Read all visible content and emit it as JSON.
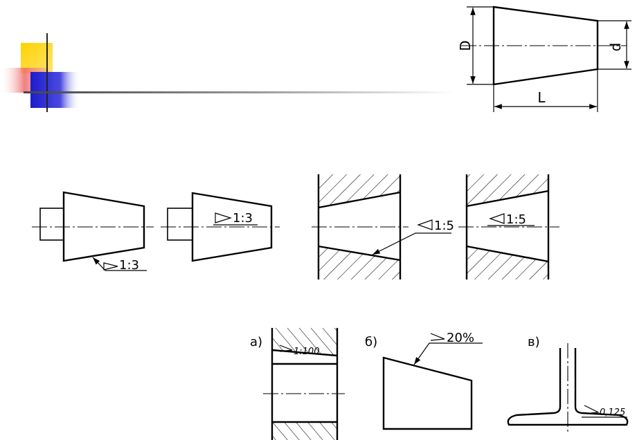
{
  "cone_dimensions": {
    "big_diameter": "D",
    "small_diameter": "d",
    "length": "L"
  },
  "taper_examples": {
    "ex1": "1:3",
    "ex2": "1:3",
    "ex3": "1:5",
    "ex4": "1:5"
  },
  "slope_examples": {
    "a": {
      "caption": "a)",
      "value": "1:100"
    },
    "b": {
      "caption": "б)",
      "value": "20%"
    },
    "c": {
      "caption": "в)",
      "value": "0,125"
    }
  }
}
